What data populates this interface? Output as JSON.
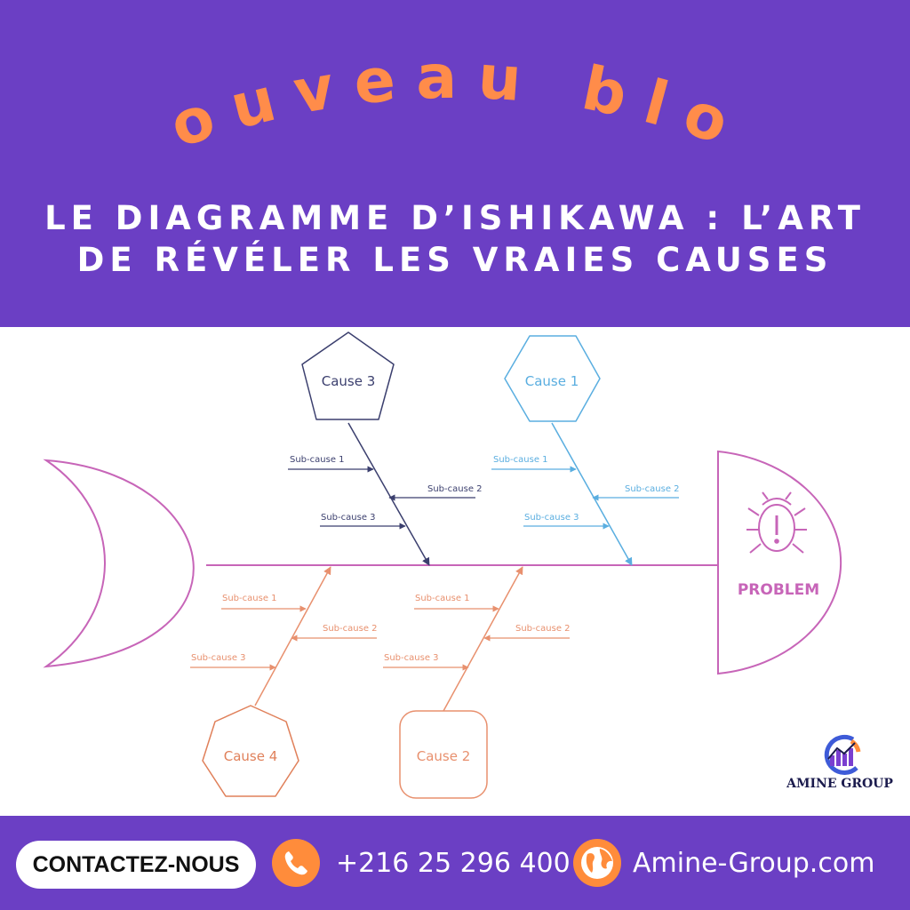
{
  "header": {
    "kicker": "Nouveau blog",
    "title_line1": "LE DIAGRAMME D’ISHIKAWA : L’ART",
    "title_line2": "DE RÉVÉLER LES VRAIES CAUSES",
    "background_color": "#6b3fc4",
    "kicker_color": "#ff8c4a"
  },
  "diagram": {
    "problem_label": "PROBLEM",
    "problem_icon": "bug-warning-icon",
    "causes": [
      {
        "id": "cause-1",
        "label": "Cause 1",
        "color": "#5aaee0",
        "shape": "hexagon",
        "position": "top",
        "subcauses": [
          "Sub-cause 1",
          "Sub-cause 2",
          "Sub-cause 3"
        ]
      },
      {
        "id": "cause-2",
        "label": "Cause 2",
        "color": "#e8906e",
        "shape": "rounded-square",
        "position": "bottom",
        "subcauses": [
          "Sub-cause 1",
          "Sub-cause 2",
          "Sub-cause 3"
        ]
      },
      {
        "id": "cause-3",
        "label": "Cause 3",
        "color": "#3b3f6e",
        "shape": "pentagon",
        "position": "top",
        "subcauses": [
          "Sub-cause 1",
          "Sub-cause 2",
          "Sub-cause 3"
        ]
      },
      {
        "id": "cause-4",
        "label": "Cause 4",
        "color": "#e0805a",
        "shape": "heptagon",
        "position": "bottom",
        "subcauses": [
          "Sub-cause 1",
          "Sub-cause 2",
          "Sub-cause 3"
        ]
      }
    ],
    "spine_color": "#c765b8"
  },
  "footer": {
    "contact_label": "CONTACTEZ-NOUS",
    "phone": "+216 25 296 400",
    "website": "Amine-Group.com",
    "phone_icon": "phone-icon",
    "globe_icon": "globe-icon",
    "accent_color": "#ff8c3b"
  },
  "logo": {
    "name": "AMINE GROUP",
    "icon": "amine-group-logo-icon"
  }
}
